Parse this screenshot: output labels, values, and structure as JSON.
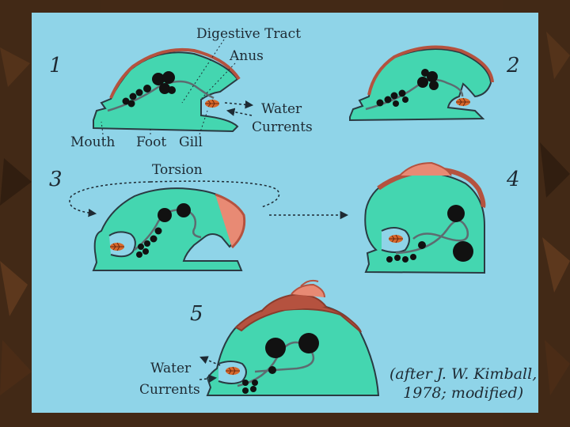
{
  "figure": {
    "stage_numbers": [
      "1",
      "2",
      "3",
      "4",
      "5"
    ],
    "labels": {
      "digestive_tract": "Digestive Tract",
      "anus": "Anus",
      "water_currents_1_line1": "Water",
      "water_currents_1_line2": "Currents",
      "mouth": "Mouth",
      "foot": "Foot",
      "gill": "Gill",
      "torsion": "Torsion",
      "water_currents_5_line1": "Water",
      "water_currents_5_line2": "Currents"
    },
    "credit": {
      "line1": "(after J. W. Kimball,",
      "line2": "1978; modified)"
    }
  },
  "colors": {
    "panel": "#8fd4e8",
    "body": "#44d6b0",
    "shell": "#b5523f",
    "shell_tip": "#e88a74",
    "outline": "#2a3a42",
    "tract": "#5d6b70",
    "gill": "#d8682b"
  }
}
